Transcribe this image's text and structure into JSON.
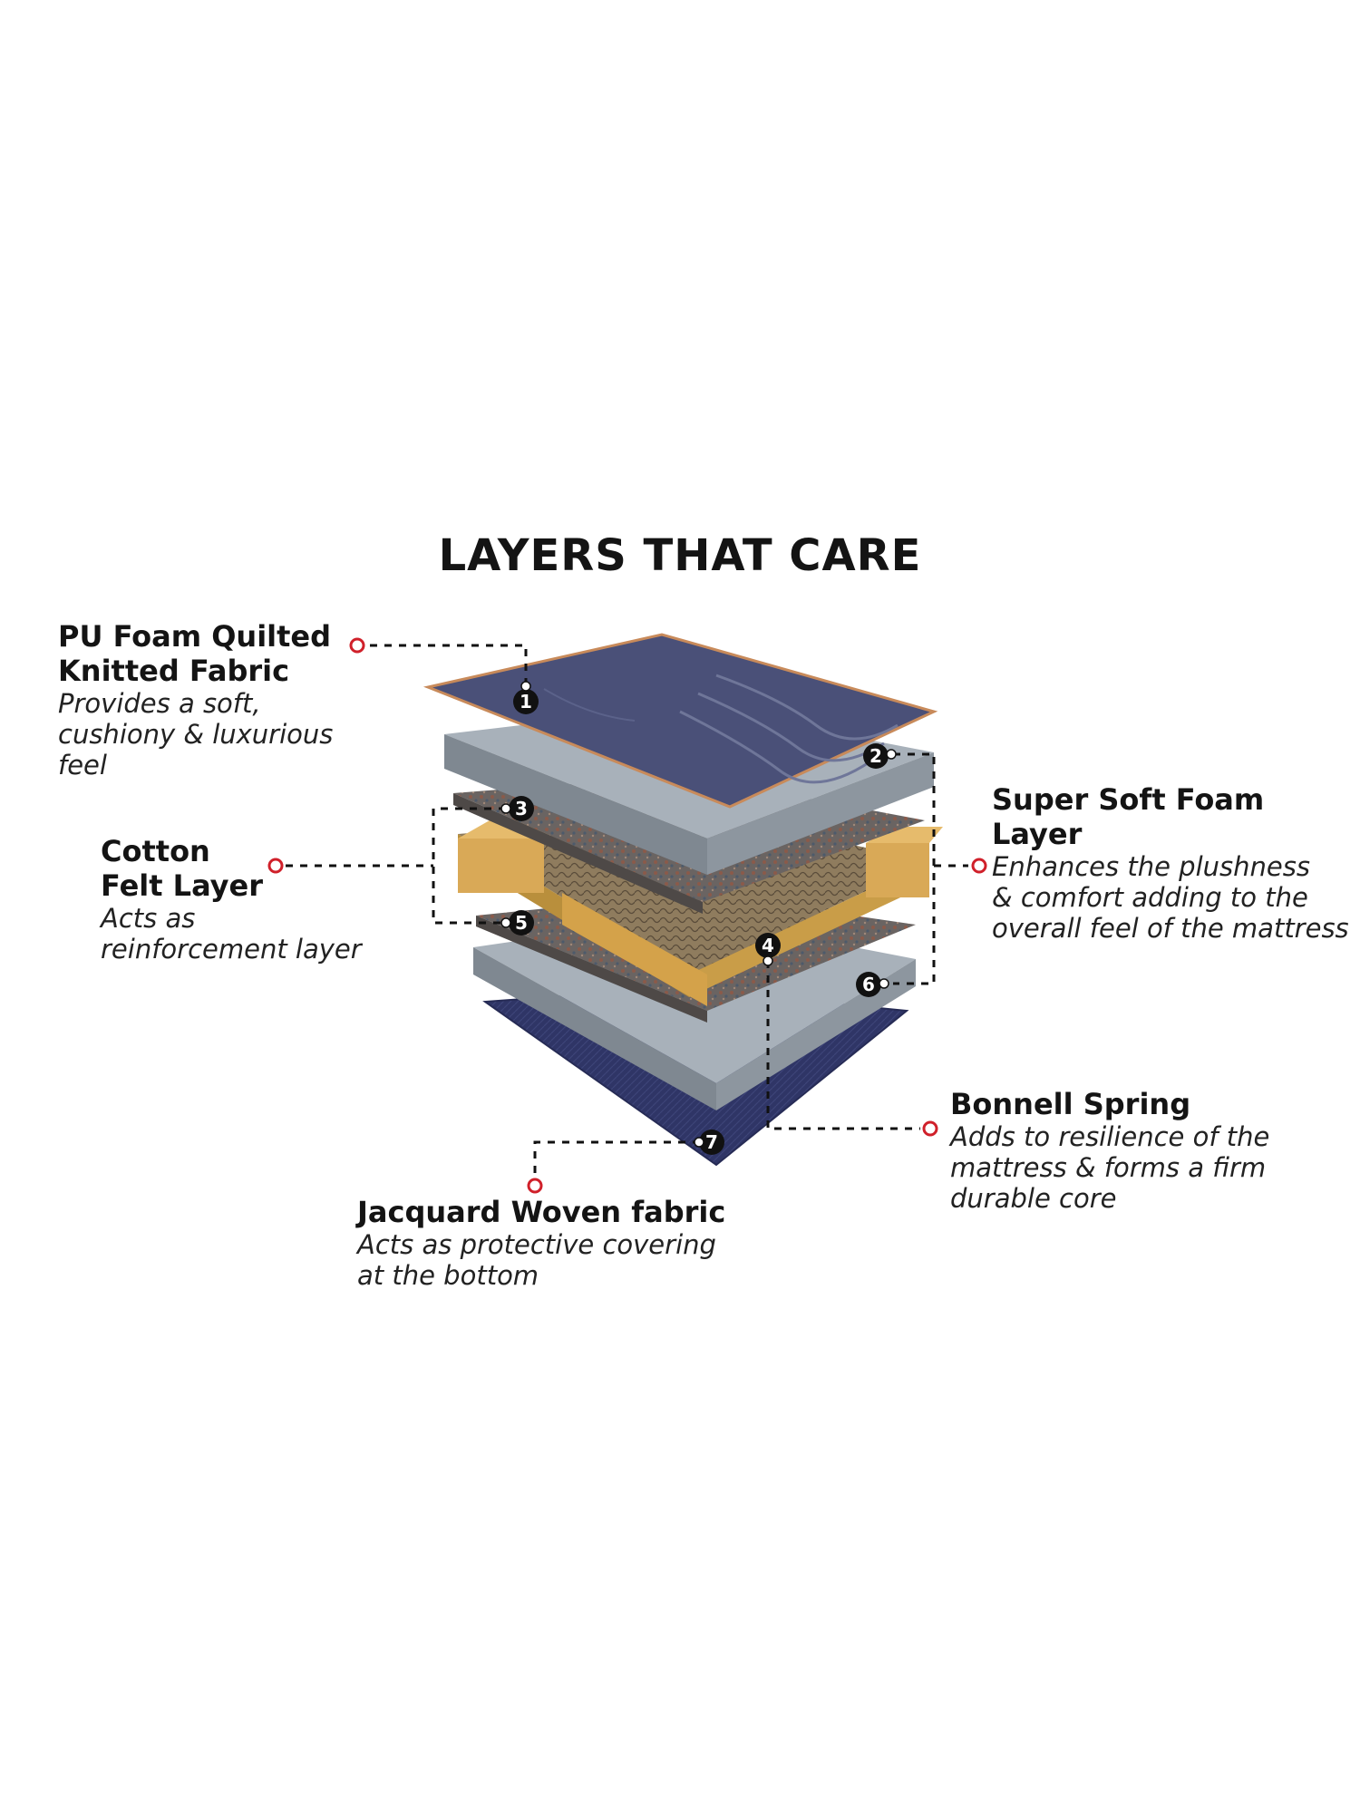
{
  "title": "LAYERS THAT CARE",
  "colors": {
    "connector": "#111111",
    "marker_ring": "#d0202a",
    "pu_fabric": "#4a5078",
    "foam": "#9aa3ad",
    "felt": "#6e6a68",
    "spring_frame": "#d4a24a",
    "jacquard": "#2f3566"
  },
  "layers": [
    {
      "number": "1",
      "name": "PU Foam Quilted Knitted Fabric",
      "name_lines": [
        "PU Foam Quilted",
        "Knitted Fabric"
      ],
      "description_lines": [
        "Provides a soft,",
        "cushiony & luxurious",
        "feel"
      ]
    },
    {
      "number": "2",
      "name": "Super Soft Foam Layer",
      "name_lines": [
        "Super Soft Foam Layer"
      ],
      "description_lines": [
        "Enhances the plushness",
        "& comfort adding to the",
        "overall feel of the mattress"
      ]
    },
    {
      "number": "3",
      "name": "Cotton Felt Layer",
      "name_lines": [
        "Cotton",
        "Felt Layer"
      ],
      "description_lines": [
        "Acts as",
        "reinforcement layer"
      ]
    },
    {
      "number": "4",
      "name": "Bonnell Spring",
      "name_lines": [
        "Bonnell Spring"
      ],
      "description_lines": [
        "Adds to resilience of the",
        "mattress & forms a firm",
        "durable core"
      ]
    },
    {
      "number": "5",
      "name": "Cotton Felt Layer"
    },
    {
      "number": "6",
      "name": "Super Soft Foam Layer"
    },
    {
      "number": "7",
      "name": "Jacquard Woven fabric",
      "name_lines": [
        "Jacquard Woven fabric"
      ],
      "description_lines": [
        "Acts as protective covering",
        "at the bottom"
      ]
    }
  ]
}
